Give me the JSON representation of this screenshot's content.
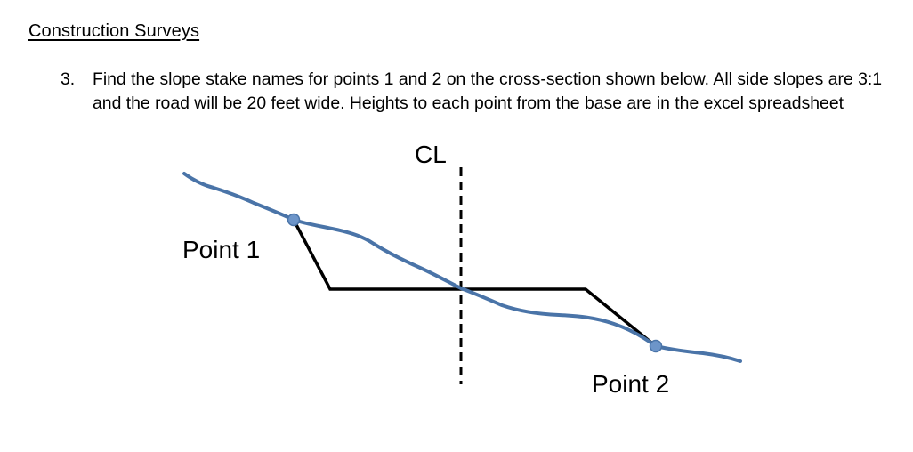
{
  "heading": "Construction Surveys",
  "question": {
    "number": "3.",
    "text": "Find the slope stake names for points 1 and 2 on the cross-section shown below. All side slopes are 3:1 and the road will be 20 feet wide. Heights to each point from the base are in the excel spreadsheet"
  },
  "diagram": {
    "centerline_label": "CL",
    "point1_label": "Point 1",
    "point2_label": "Point 2",
    "colors": {
      "ground": "#4a74a8",
      "point_fill": "#6d95c9",
      "section": "#000000"
    }
  }
}
